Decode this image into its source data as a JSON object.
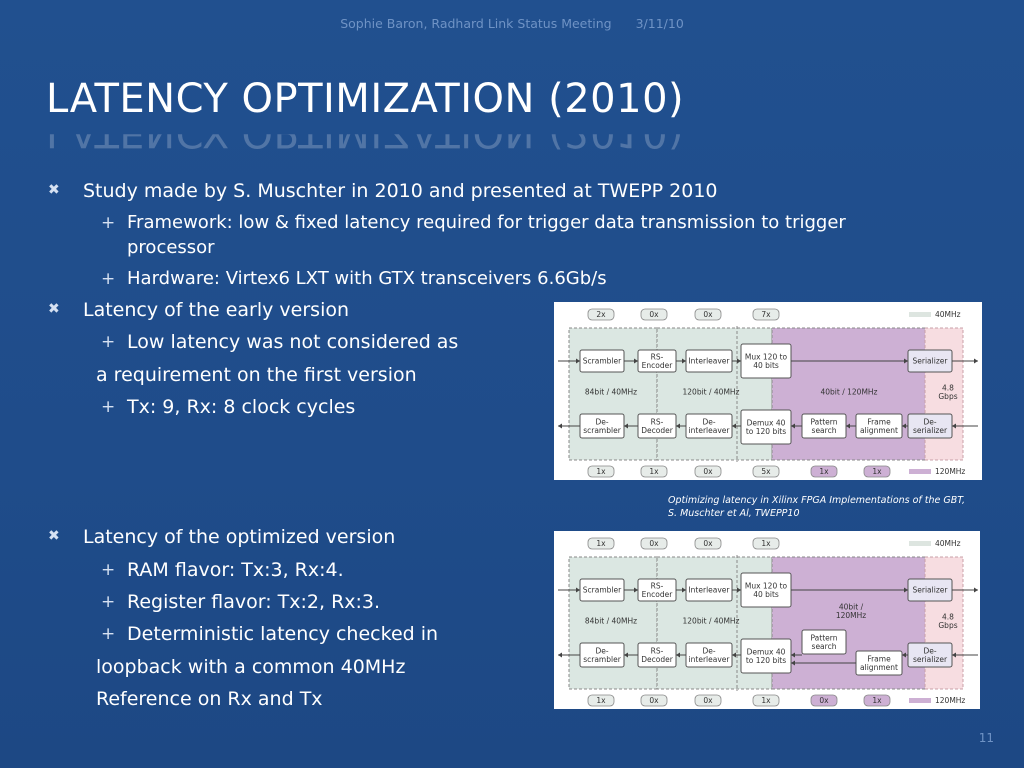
{
  "header": {
    "author": "Sophie Baron, Radhard Link Status Meeting",
    "date": "3/11/10"
  },
  "title": "LATENCY OPTIMIZATION (2010)",
  "bullets": {
    "b1": "Study made by S. Muschter in 2010 and presented at TWEPP 2010",
    "b1a_1": "Framework: low & fixed latency required for trigger data transmission to trigger",
    "b1a_2": "processor",
    "b1b": "Hardware: Virtex6 LXT with GTX transceivers 6.6Gb/s",
    "b2": "Latency of the early version",
    "b2a": "Low latency was not considered as",
    "b2a_cont": "a requirement on the first version",
    "b2b": "Tx: 9, Rx: 8 clock cycles",
    "b3": "Latency of the optimized version",
    "b3a": "RAM flavor: Tx:3, Rx:4.",
    "b3b": "Register flavor: Tx:2, Rx:3.",
    "b3c": "Deterministic latency checked in",
    "b3c_cont1": "loopback with a common 40MHz",
    "b3c_cont2": "Reference on Rx and Tx"
  },
  "caption": {
    "line1": "Optimizing latency in Xilinx FPGA Implementations of the GBT,",
    "line2": "S. Muschter et Al, TWEPP10"
  },
  "page_number": "11",
  "diagram_early": {
    "top_counts": [
      "2x",
      "0x",
      "0x",
      "7x"
    ],
    "bottom_counts": [
      "1x",
      "1x",
      "0x",
      "5x",
      "1x",
      "1x"
    ],
    "legend_40": "40MHz",
    "legend_120": "120MHz",
    "tx_blocks": [
      "Scrambler",
      "RS-\nEncoder",
      "Interleaver",
      "Mux 120 to\n40 bits",
      "Serializer"
    ],
    "rx_blocks": [
      "De-\nscrambler",
      "RS-\nDecoder",
      "De-\ninterleaver",
      "Demux 40\nto 120 bits",
      "Pattern\nsearch",
      "Frame\nalignment",
      "De-\nserializer"
    ],
    "zone_labels": [
      "84bit / 40MHz",
      "120bit / 40MHz",
      "40bit / 120MHz",
      "4.8\nGbps"
    ]
  },
  "diagram_opt": {
    "top_counts": [
      "1x",
      "0x",
      "0x",
      "1x"
    ],
    "bottom_counts": [
      "1x",
      "0x",
      "0x",
      "1x",
      "0x",
      "1x"
    ],
    "legend_40": "40MHz",
    "legend_120": "120MHz",
    "tx_blocks": [
      "Scrambler",
      "RS-\nEncoder",
      "Interleaver",
      "Mux 120 to\n40 bits",
      "Serializer"
    ],
    "rx_blocks": [
      "De-\nscrambler",
      "RS-\nDecoder",
      "De-\ninterleaver",
      "Demux 40\nto 120 bits",
      "Pattern\nsearch",
      "Frame\nalignment",
      "De-\nserializer"
    ],
    "zone_labels": [
      "84bit / 40MHz",
      "120bit / 40MHz",
      "40bit /\n120MHz",
      "4.8\nGbps"
    ]
  },
  "colors": {
    "background": "#1f4e8c",
    "purple_zone": "#cdb0d4",
    "green_zone": "#dbe7e2",
    "pink_zone": "#f7dde1"
  }
}
